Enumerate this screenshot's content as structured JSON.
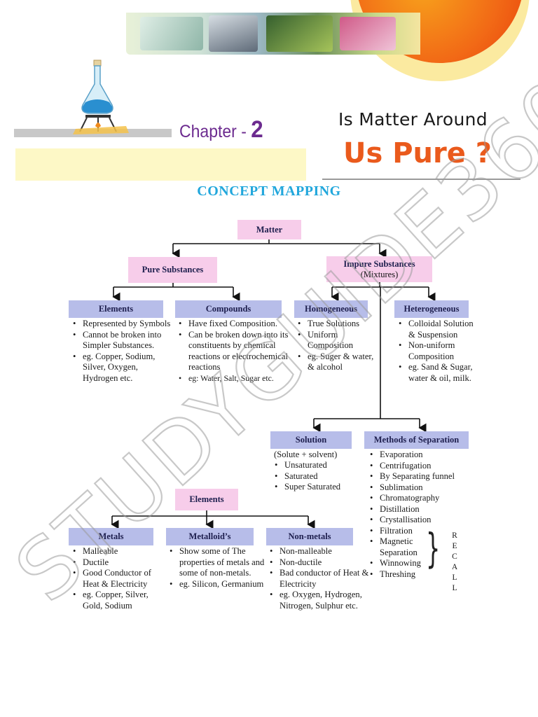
{
  "header": {
    "chapter_prefix": "Chapter -",
    "chapter_number": "2",
    "title_line1": "Is Matter Around",
    "title_line2": "Us Pure ?",
    "section_title": "CONCEPT MAPPING",
    "watermark": "STUDYGUIDE360"
  },
  "colors": {
    "pink_box": "#f7cdea",
    "blue_box": "#b7bde9",
    "box_text": "#1e1f4e",
    "chapter": "#6c2b8f",
    "title_orange": "#ea5a1c",
    "concept": "#22a7dc"
  },
  "nodes": {
    "matter": "Matter",
    "pure": "Pure Substances",
    "impure": "Impure Substances",
    "impure_sub": "(Mixtures)",
    "elements": "Elements",
    "compounds": "Compounds",
    "homogeneous": "Homogeneous",
    "heterogeneous": "Heterogeneous",
    "solution": "Solution",
    "methods": "Methods of Separation",
    "elements2": "Elements",
    "metals": "Metals",
    "metalloids": "Metalloid’s",
    "nonmetals": "Non-metals"
  },
  "lists": {
    "elements": [
      "Represented by Symbols",
      "Cannot be broken into Simpler Substances.",
      "eg. Copper, Sodium, Silver, Oxygen, Hydrogen etc."
    ],
    "compounds": [
      "Have fixed Composition.",
      "Can be broken down into its constituents by chemical reactions or electrochemical reactions",
      "eg: Water, Salt, Sugar etc."
    ],
    "homogeneous": [
      "True Solutions",
      "Uniform Composition",
      "eg. Suger & water, & alcohol"
    ],
    "heterogeneous": [
      "Colloidal Solution & Suspension",
      "Non-uniform Composition",
      "eg. Sand & Sugar, water & oil, milk."
    ],
    "solution_note": "(Solute + solvent)",
    "solution": [
      "Unsaturated",
      "Saturated",
      "Super Saturated"
    ],
    "methods": [
      "Evaporation",
      "Centrifugation",
      "By Separating funnel",
      "Sublimation",
      "Chromatography",
      "Distillation",
      "Crystallisation",
      "Filtration",
      "Magnetic Separation",
      "Winnowing",
      "Threshing"
    ],
    "recall": [
      "R",
      "E",
      "C",
      "A",
      "L",
      "L"
    ],
    "metals": [
      "Malleable",
      "Ductile",
      "Good Conductor of Heat & Electricity",
      "eg. Copper, Silver, Gold, Sodium"
    ],
    "metalloids": [
      "Show some of The properties of metals and some of non-metals.",
      "eg. Silicon, Germanium"
    ],
    "nonmetals": [
      "Non-malleable",
      "Non-ductile",
      "Bad conductor of Heat & Electricity",
      "eg. Oxygen, Hydrogen, Nitrogen, Sulphur etc."
    ]
  }
}
